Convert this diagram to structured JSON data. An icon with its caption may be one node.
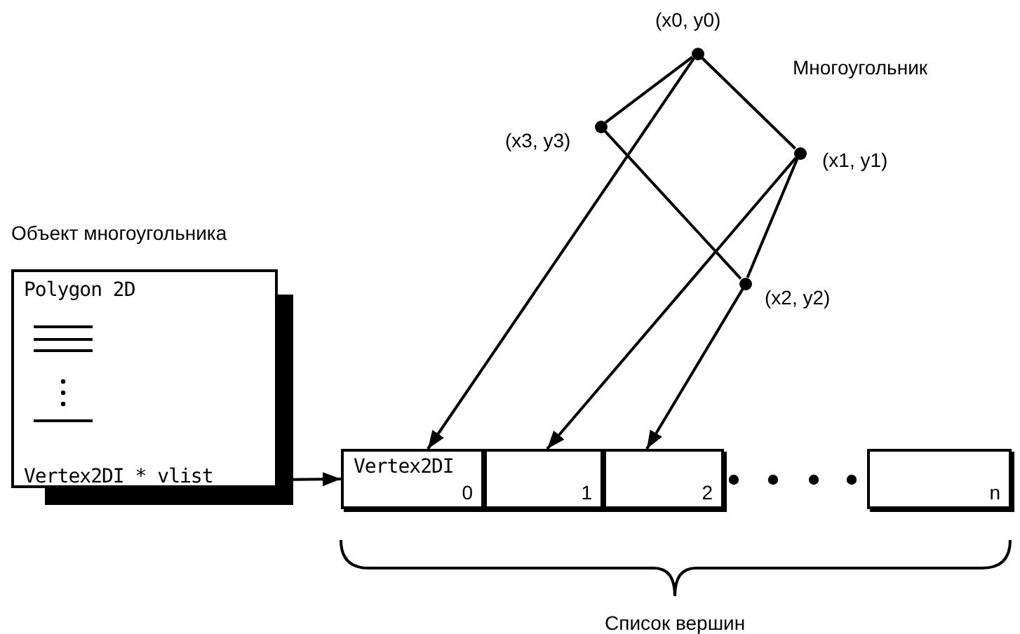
{
  "diagram": {
    "nodes": [
      {
        "text": [
          "Объект многоугольника",
          "Polygon 2D",
          "Vertex2DI * vlist"
        ]
      },
      {
        "text": [],
        "shape": "circle",
        "beside": [
          "(x0, y0)"
        ]
      },
      {
        "text": [],
        "shape": "circle",
        "beside": [
          "(x1, y1)"
        ]
      },
      {
        "text": [],
        "shape": "circle",
        "beside": [
          "(x2, y2)"
        ]
      },
      {
        "text": [],
        "shape": "circle",
        "beside": [
          "(x3, y3)"
        ]
      },
      {
        "text": [
          "Vertex2DI",
          "0"
        ]
      },
      {
        "text": [
          "1"
        ]
      },
      {
        "text": [
          "2"
        ]
      },
      {
        "text": [
          "n"
        ]
      }
    ],
    "edges": [
      {
        "from": 1,
        "to": 2,
        "arrow": "none"
      },
      {
        "from": 2,
        "to": 3,
        "arrow": "none"
      },
      {
        "from": 3,
        "to": 4,
        "arrow": "none"
      },
      {
        "from": 4,
        "to": 1,
        "arrow": "none"
      },
      {
        "from": 0,
        "to": 5,
        "arrow": "to"
      },
      {
        "from": 1,
        "to": 5,
        "arrow": "to"
      },
      {
        "from": 2,
        "to": 6,
        "arrow": "to"
      },
      {
        "from": 3,
        "to": 7,
        "arrow": "to"
      }
    ],
    "labels": [
      "Многоугольник",
      "Список вершин"
    ]
  }
}
